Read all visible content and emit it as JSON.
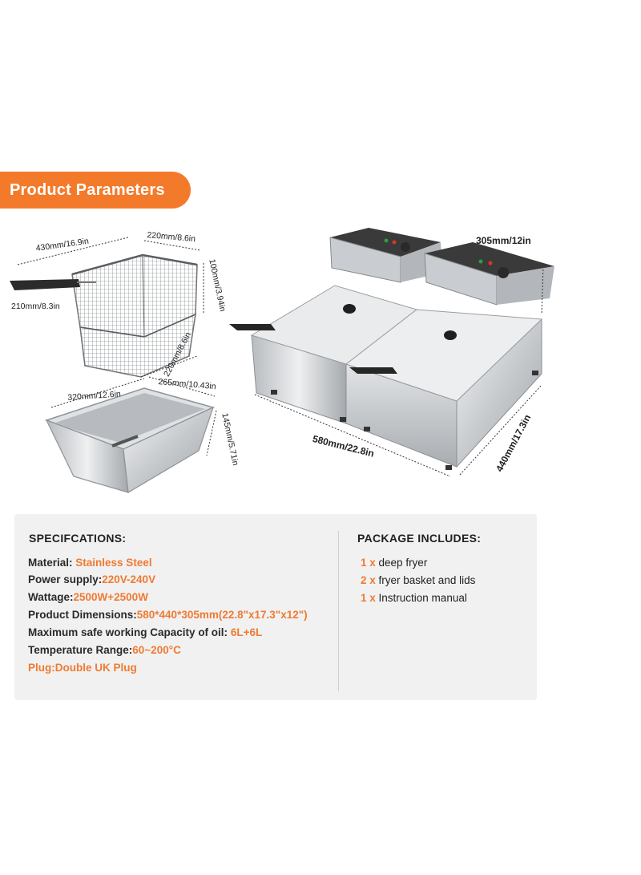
{
  "banner": {
    "title": "Product Parameters"
  },
  "dimensions": {
    "basket_length": "430mm/16.9in",
    "basket_width_top": "220mm/8.6in",
    "basket_height": "100mm/3.94in",
    "basket_handle": "210mm/8.3in",
    "basket_width_side": "220mm/8.6in",
    "tank_length": "320mm/12.6in",
    "tank_width": "265mm/10.43in",
    "tank_height": "145mm/5.71in",
    "fryer_height": "305mm/12in",
    "fryer_length": "580mm/22.8in",
    "fryer_depth": "440mm/17.3in"
  },
  "specs": {
    "title": "SPECIFCATIONS:",
    "lines": [
      {
        "label": "Material: ",
        "value": "Stainless Steel"
      },
      {
        "label": "Power supply:",
        "value": "220V-240V"
      },
      {
        "label": "Wattage:",
        "value": "2500W+2500W"
      },
      {
        "label": "Product Dimensions:",
        "value": "580*440*305mm(22.8\"x17.3\"x12\")"
      },
      {
        "label": "Maximum safe working Capacity of oil: ",
        "value": "6L+6L"
      },
      {
        "label": "Temperature Range:",
        "value": "60~200°C"
      },
      {
        "label": "",
        "value": "Plug:Double UK Plug"
      }
    ]
  },
  "package": {
    "title": "PACKAGE INCLUDES:",
    "items": [
      {
        "qty": "1 x",
        "text": " deep fryer"
      },
      {
        "qty": "2 x",
        "text": " fryer basket and lids"
      },
      {
        "qty": "1 x",
        "text": " Instruction manual"
      }
    ]
  },
  "colors": {
    "accent": "#f47a2b",
    "panel": "#f1f1f1",
    "steel": "#c9ccd0"
  }
}
